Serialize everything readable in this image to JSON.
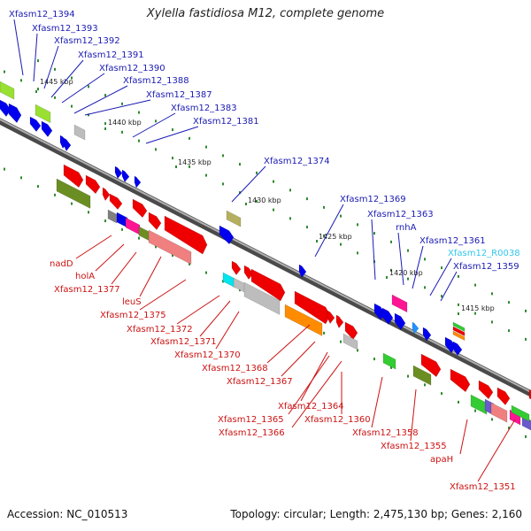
{
  "title": "Xylella fastidiosa M12, complete genome",
  "footer": {
    "accession": "Accession: NC_010513",
    "summary": "Topology: circular; Length: 2,475,130 bp; Genes: 2,160"
  },
  "colors": {
    "backbone": "#8a8a8a",
    "dot": "#2e8b2e",
    "tick_label": "#222222",
    "label_upper": "#1a1ab4",
    "label_upper_rna": "#33c6ee",
    "label_lower": "#cc1111",
    "leader_upper": "#1a1ab4",
    "leader_lower": "#cc1111"
  },
  "ticks": [
    "1445 kbp",
    "1440 kbp",
    "1435 kbp",
    "1430 kbp",
    "1425 kbp",
    "1420 kbp",
    "1415 kbp"
  ],
  "upper_labels": [
    {
      "text": "Xfasm12_1394",
      "rna": false
    },
    {
      "text": "Xfasm12_1393",
      "rna": false
    },
    {
      "text": "Xfasm12_1392",
      "rna": false
    },
    {
      "text": "Xfasm12_1391",
      "rna": false
    },
    {
      "text": "Xfasm12_1390",
      "rna": false
    },
    {
      "text": "Xfasm12_1388",
      "rna": false
    },
    {
      "text": "Xfasm12_1387",
      "rna": false
    },
    {
      "text": "Xfasm12_1383",
      "rna": false
    },
    {
      "text": "Xfasm12_1381",
      "rna": false
    },
    {
      "text": "Xfasm12_1374",
      "rna": false
    },
    {
      "text": "Xfasm12_1369",
      "rna": false
    },
    {
      "text": "Xfasm12_1363",
      "rna": false
    },
    {
      "text": "rnhA",
      "rna": false
    },
    {
      "text": "Xfasm12_1361",
      "rna": false
    },
    {
      "text": "Xfasm12_R0038",
      "rna": true
    },
    {
      "text": "Xfasm12_1359",
      "rna": false
    }
  ],
  "lower_labels": [
    "nadD",
    "holA",
    "Xfasm12_1377",
    "leuS",
    "Xfasm12_1375",
    "Xfasm12_1372",
    "Xfasm12_1371",
    "Xfasm12_1370",
    "Xfasm12_1368",
    "Xfasm12_1367",
    "Xfasm12_1364",
    "Xfasm12_1365",
    "Xfasm12_1366",
    "Xfasm12_1360",
    "Xfasm12_1358",
    "Xfasm12_1355",
    "apaH",
    "Xfasm12_1351"
  ],
  "features": [
    {
      "fill": "#99e033",
      "name": "gene-block"
    },
    {
      "fill": "#0000ee",
      "name": "gene-block"
    },
    {
      "fill": "#ee0000",
      "name": "gene-block"
    },
    {
      "fill": "#6b8e23",
      "name": "gene-block"
    },
    {
      "fill": "#b5b060",
      "name": "gene-block"
    },
    {
      "fill": "#bdbdbd",
      "name": "gene-block"
    },
    {
      "fill": "#f08080",
      "name": "gene-block"
    },
    {
      "fill": "#ff1493",
      "name": "gene-block"
    },
    {
      "fill": "#00e5ee",
      "name": "gene-block"
    },
    {
      "fill": "#ff8c00",
      "name": "gene-block"
    },
    {
      "fill": "#33cc33",
      "name": "gene-block"
    },
    {
      "fill": "#6a5acd",
      "name": "gene-block"
    },
    {
      "fill": "#808080",
      "name": "gene-block"
    },
    {
      "fill": "#1e90ff",
      "name": "gene-block"
    }
  ]
}
